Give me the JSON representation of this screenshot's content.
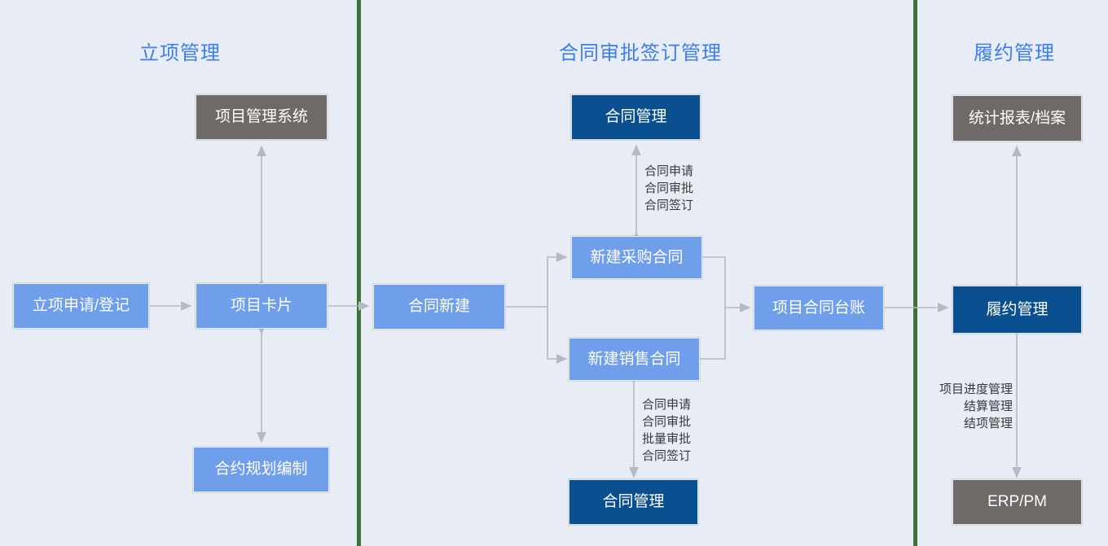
{
  "diagram": {
    "title_color": "#3d7ef0",
    "background": "#e8ecf4",
    "divider_color": "#3e7138",
    "colors": {
      "blue": "#6f9eeb",
      "dark_blue": "#0a4f8f",
      "gray": "#6f6a68",
      "connector": "#b5b9c2"
    },
    "columns": [
      {
        "title": "立项管理"
      },
      {
        "title": "合同审批签订管理"
      },
      {
        "title": "履约管理"
      }
    ],
    "nodes": {
      "project_mgmt_system": "项目管理系统",
      "project_application": "立项申请/登记",
      "project_card": "项目卡片",
      "contract_planning": "合约规划编制",
      "contract_mgmt_top": "合同管理",
      "contract_new": "合同新建",
      "new_purchase_contract": "新建采购合同",
      "new_sales_contract": "新建销售合同",
      "contract_mgmt_bottom": "合同管理",
      "project_contract_ledger": "项目合同台账",
      "statistics_report_archive": "统计报表/档案",
      "performance_mgmt": "履约管理",
      "erp_pm": "ERP/PM"
    },
    "edge_labels": {
      "top_middle": "合同申请\n合同审批\n合同签订",
      "bottom_middle": "合同申请\n合同审批\n批量审批\n合同签订",
      "right_side": "项目进度管理\n结算管理\n结项管理"
    }
  }
}
